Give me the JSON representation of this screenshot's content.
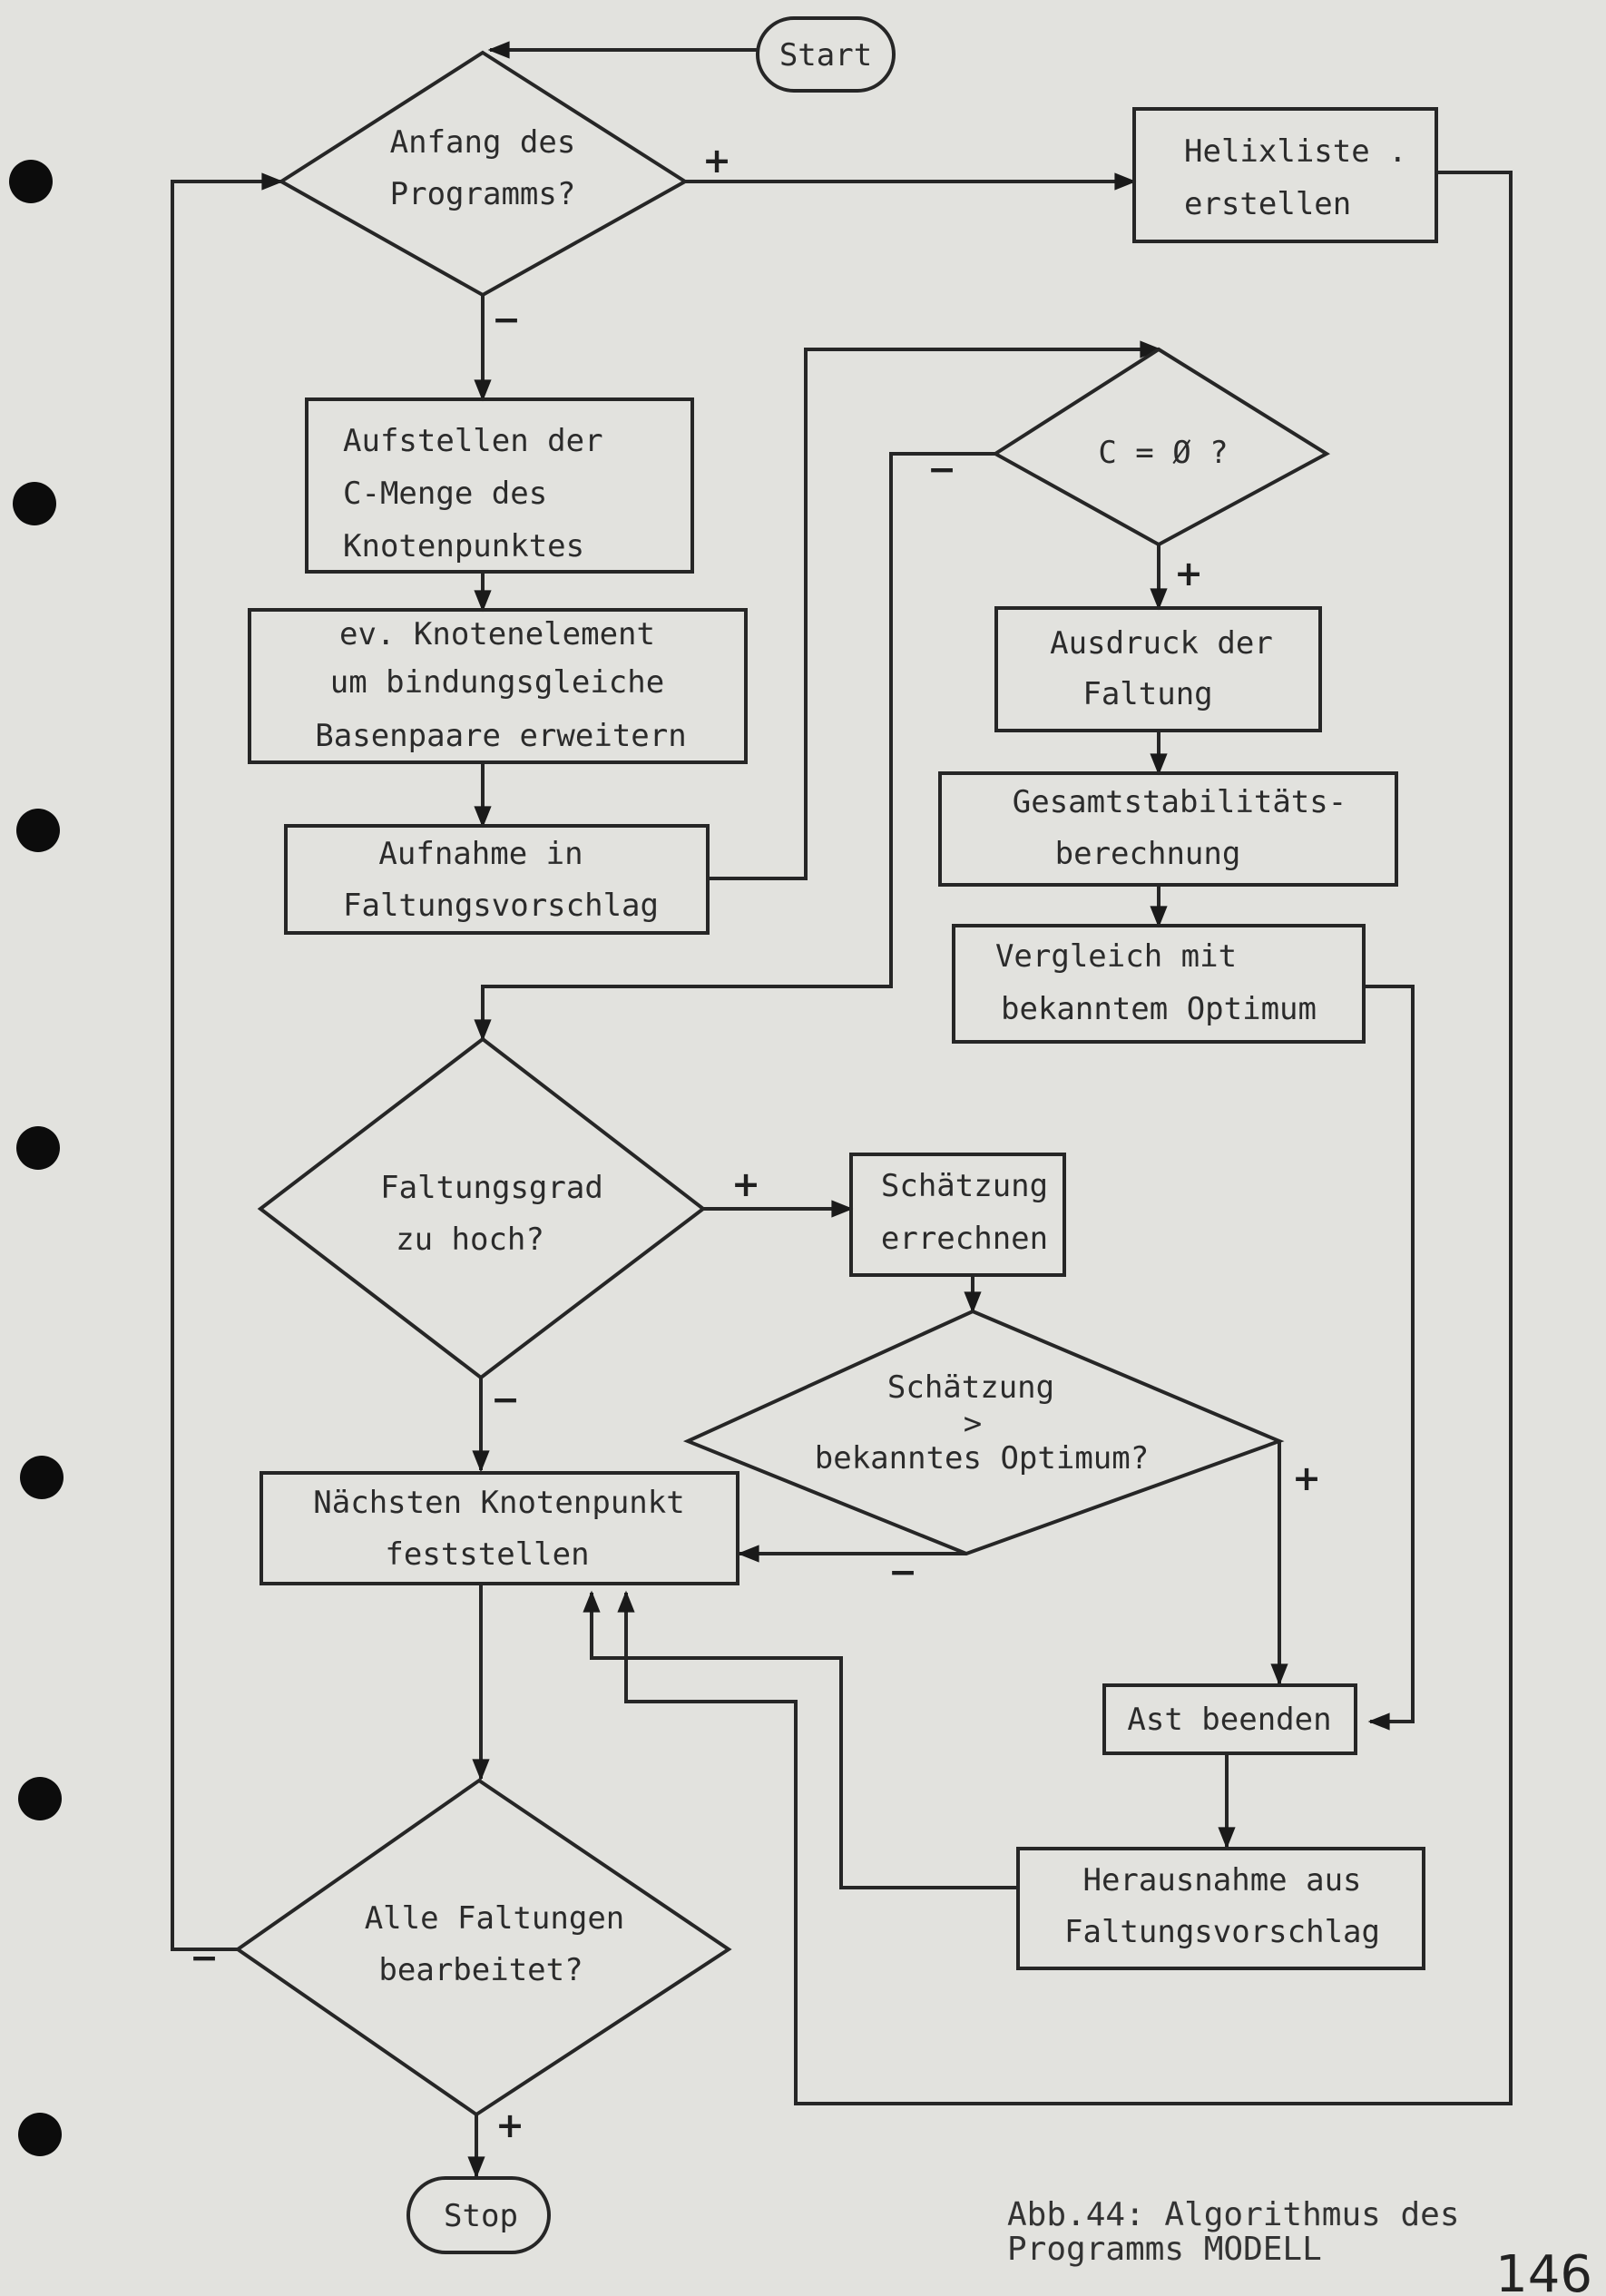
{
  "nodes": {
    "start": "Start",
    "anfang": [
      "Anfang des",
      "Programms?"
    ],
    "helix": [
      "Helixliste .",
      "erstellen"
    ],
    "aufstellen": [
      "Aufstellen der",
      "C-Menge des",
      "Knotenpunktes"
    ],
    "knotenelement": [
      "ev. Knotenelement",
      "um bindungsgleiche",
      "Basenpaare erweitern"
    ],
    "aufnahme": [
      "Aufnahme in",
      "Faltungsvorschlag"
    ],
    "c_empty": "C = Ø ?",
    "ausdruck": [
      "Ausdruck der",
      "Faltung"
    ],
    "gesamt": [
      "Gesamtstabilitäts-",
      "berechnung"
    ],
    "vergleich": [
      "Vergleich mit",
      "bekanntem Optimum"
    ],
    "faltungsgrad": [
      "Faltungsgrad",
      "zu hoch?"
    ],
    "schaetzung_err": [
      "Schätzung",
      "errechnen"
    ],
    "schaetzung_cmp": [
      "Schätzung",
      ">",
      "bekanntes Optimum?"
    ],
    "naechsten": [
      "Nächsten Knotenpunkt",
      "feststellen"
    ],
    "ast": "Ast beenden",
    "herausnahme": [
      "Herausnahme aus",
      "Faltungsvorschlag"
    ],
    "alle": [
      "Alle Faltungen",
      "bearbeitet?"
    ],
    "stop": "Stop"
  },
  "signs": {
    "anfang_yes": "+",
    "anfang_no": "−",
    "c_yes": "+",
    "c_no": "−",
    "faltungsgrad_yes": "+",
    "faltungsgrad_no": "−",
    "schaetzung_yes": "+",
    "schaetzung_no": "−",
    "alle_yes": "+",
    "alle_no": "−"
  },
  "caption": [
    "Abb.44: Algorithmus des",
    "Programms MODELL"
  ],
  "page_number": "146"
}
